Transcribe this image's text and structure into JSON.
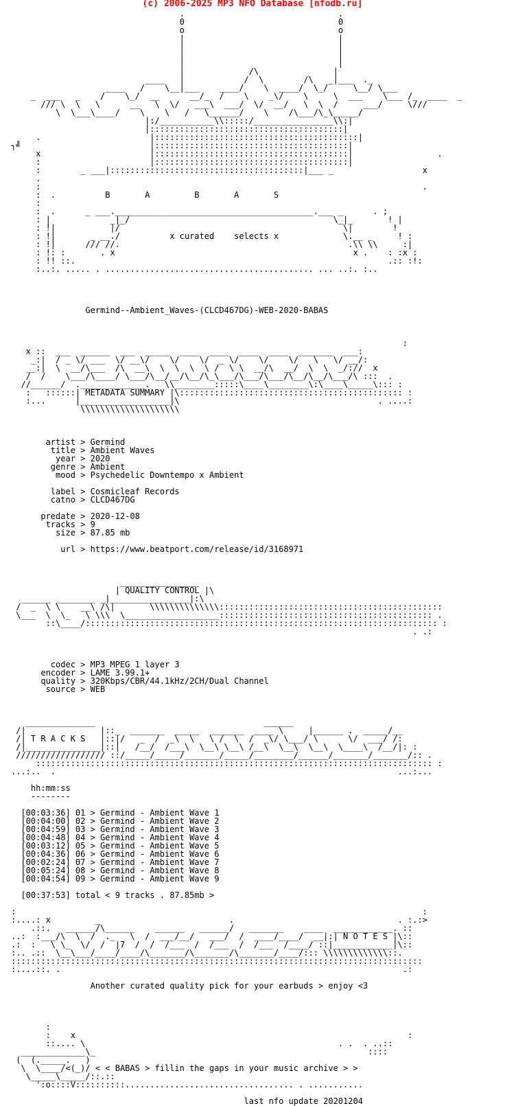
{
  "header": {
    "copyright": "(c) 2006-2025 MP3 NFO Database [nfodb.ru]"
  },
  "nfo": {
    "lines": [
      "                                  .                               .",
      "                                  0                               0",
      "                                  o                               o",
      "                                  |                               |",
      "                                  |                               |",
      "                                  |                               |",
      "                                  |                               |",
      "                                  |             /\\               |",
      "                           ____   |            /  \\        /\\   _|___  ._",
      "                   ____   /    \\__|___    ____/    \\  ____/  \\_/     \\__/ \\___",
      "    _  ___   _    /    \\_/  __      __/_  /    \\    _\\/    \\     \\  ___    \\___ /_  ____  _",
      "      /// \\  \\   \\      __   \\  \\/   ___\\  ___/  \\/  __/   \\  \\  /     ___/     \\///",
      "         \\  \\___\\____/    \\    \\   /   \\______/    \\    /\\___/\\_\\_____/",
      "                           |:/___________\\\\:::::/________________\\\\:|",
      "                           |:::::::::::::::::::::::::::::::::::::::|",
      "     .                      |:::::::::::::::::::::::::::::::::::::::::|",
      "┐╝                          |:::::::::::::::::::::::::::::::::::::::|",
      "     x                      |:::::::::::::::::::::::::::::::::::::::|                 .",
      "     :                      |:::::::::::::::::::::::::::::::::::::::|",
      "     :        _ ___|:::::::::::::::::::::::::::::::::::::::|___ _                  x",
      "     .",
      "     :                                                                             .",
      "     :  .          B       A         B       A       S",
      "     :",
      "     :  .      _ ___.________________________________________.___ _      . ;",
      "     : |            _|_/                                         \\_|_       ! |",
      "     : !|           |/                                             \\|        !",
      "     : !|       _ __./          x curated    selects x             \\.__ _     ! :",
      "     : !|      /// //.                                              .\\\\ \\\\     :|",
      "     : !: :       . x                                                x .    : :x :",
      "     : !! ::.                                                               .:: :!:",
      "     :..:. ..... . .......................................... ... ..:. :..",
      "",
      "",
      "",
      "",
      "               Germind--Ambient_Waves-(CLCD467DG)-WEB-2020-BABAS",
      "",
      "",
      "",
      "                                                                               :",
      "   x ::  ___  ______  ___  _____  ____  ____  ____  ____  _______  ___:",
      "    _:|  / _ \\/ ___  \\/ __\\/    \\/    \\/  _ \\/    \\/    \\/   \\   \\/ __/:",
      "   __:|  \\  __/\\___  /\\  __\\  \\  \\  \\  \\ /  \\ \\  __/\\  __/  \\  \\  _/://  x",
      "   /  /    \\___/\\____/ \\___/\\__/__/\\__/\\_\\___/\\___/\\___/\\__/\\__/\\___/\\ :::  .",
      "  //______/  ._____________.   \\\\________:::::\\____\\________\\:\\____\\_____\\::: :",
      "   :   ::::::| METADATA SUMMARY |\\::::::::::::::::::::::::::::::::::::::::::::: :",
      "   :...      |__________________|\\                                        . ....:",
      "              \\\\\\\\\\\\\\\\\\\\\\\\\\\\\\\\\\\\\\\\",
      "",
      "",
      "",
      "       artist > Germind",
      "        title > Ambient Waves",
      "         year > 2020",
      "        genre > Ambient",
      "         mood > Psychedelic Downtempo x Ambient",
      "",
      "        label > Cosmicleaf Records",
      "        catno > CLCD467DG",
      "",
      "      predate > 2020-12-08",
      "       tracks > 9",
      "         size > 87.85 mb",
      "",
      "          url > https://www.beatport.com/release/id/3168971",
      "",
      "",
      "",
      "                      ________________",
      "                     | QUALITY CONTROL |\\",
      "  ______ ________ _|________________|:\\",
      " /  _  \\ \\    __\\ /\\|       \\\\\\\\\\\\\\\\\\\\\\\\\\\\:::::::::::::::::::::::::::::::::::::::::::::",
      " \\___  \\  \\_   \\ \\\\\\  \\___________________::::::::::::::::::::::::::::::::::::::::::: .",
      "       ::\\____/::::::::::::::::::::::::::::::::::::::::::::::::::::::::::::::::::::::: :",
      "                                                                                 . .:",
      "",
      "",
      "",
      "        codec > MP3 MPEG 1 layer 3",
      "      encoder > LAME 3.99.1+",
      "      quality > 320Kbps/CBR/44.1kHz/2CH/Dual Channel",
      "       source > WEB",
      "",
      "",
      "",
      "   ______________                                  ______",
      " /|               |::_  _______  _____  _______  ____ \\     |______ .  _____/__",
      " /| T R A C K S   |::|/   _  /  _\\  \\   \\ /  \\  /  _\\/ \\___/ \\      \\/  ___/ /:",
      " /|_______________|::|   /__/  /___\\  \\__\\ \\__\\ /__\\  \\__\\  \\__\\  \\____\\  /__/|: :",
      " ////////////////// ::/_____/_____/_______/_____/________/______/_______/_______/:: .",
      "     :::::::::::::::::::::::::::::::::::::::::::::::::::::::::::::::::::::::::::::::: :",
      "...:..  .                                                                     ...:...",
      "",
      "    hh:mm:ss",
      "    --------",
      "",
      "  [00:03:36] 01 > Germind - Ambient Wave 1",
      "  [00:04:00] 02 > Germind - Ambient Wave 2",
      "  [00:04:59] 03 > Germind - Ambient Wave 3",
      "  [00:04:48] 04 > Germind - Ambient Wave 4",
      "  [00:03:12] 05 > Germind - Ambient Wave 5",
      "  [00:04:36] 06 > Germind - Ambient Wave 6",
      "  [00:02:24] 07 > Germind - Ambient Wave 7",
      "  [00:05:24] 08 > Germind - Ambient Wave 8",
      "  [00:04:54] 09 > Germind - Ambient Wave 9",
      "",
      "  [00:37:53] total < 9 tracks . 87.85mb >",
      "",
      ":                                                                                  :",
      ":....: x         _                          .                                 . :.:>",
      "    .::.   ______/\\______    ______   ______/   _______    ____  ____________. ::",
      "..:  :___/\\  \\  /  ._   \\  /  ___/__/   ___/  /  ____/____/  __|:| N O T E S |\\::",
      ".:  :   \\ \\_  \\/  /  |7  /  /  /___  /  /___  /  /___  /____/ ::|____________|\\::",
      ":.. .::  \\__\\___/____/____/\\_______/\\_______/\\_______/____/::: \\\\\\\\\\\\\\\\\\\\\\\\\\::.",
      ":::::::::::::::::::::::::::::::::::::::::::::::::::::::::::::::::::::::::::::::::::",
      ":....::. .                                                                     .:",
      "",
      "                Another curated quality pick for your earbuds > enjoy <3",
      "",
      "",
      "",
      "",
      "       :",
      "       :    x                                                                   :",
      "       ::.... \\                                                   . .  . ..::",
      "  _____________\\_                                                       ::::",
      " (  (._____.   )                                                        ",
      "  \\  \\____/<(_)/ < < BABAS > fillin the gaps in your music archive > >",
      "   \\_____\\_____/::.::",
      "     ':o::::V::::::::::.................................. . ...........",
      "",
      "                                               last nfo update 20201204"
    ]
  }
}
